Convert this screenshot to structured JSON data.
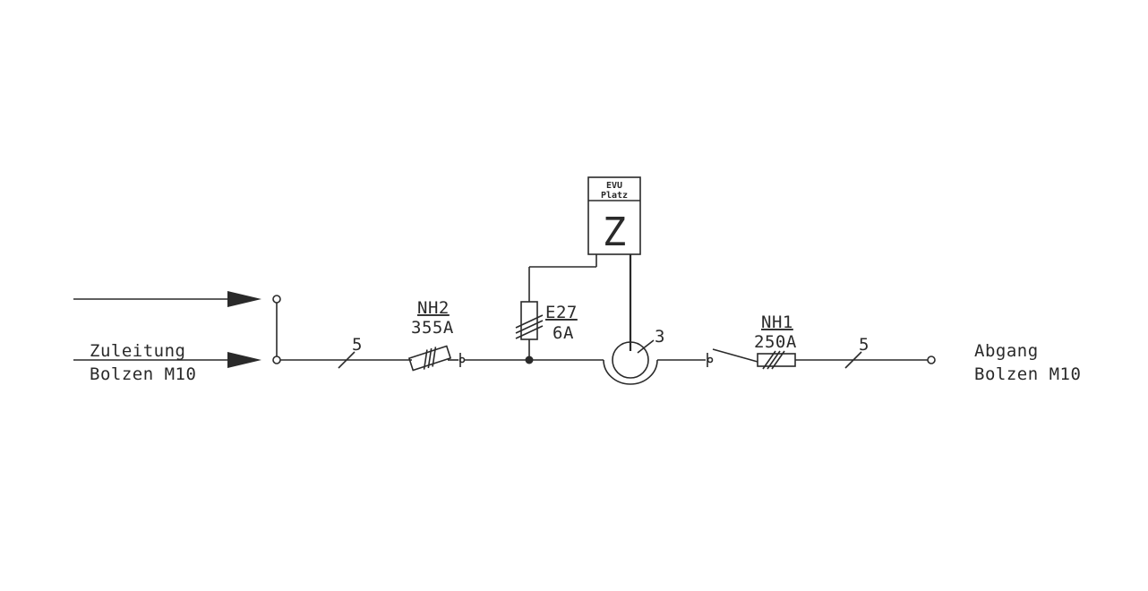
{
  "left": {
    "line1": "Zuleitung",
    "line2": "Bolzen M10"
  },
  "right": {
    "line1": "Abgang",
    "line2": "Bolzen M10"
  },
  "wire_left": {
    "count": "5"
  },
  "wire_right": {
    "count": "5"
  },
  "fuse_nh2": {
    "name": "NH2",
    "rating": "355A"
  },
  "fuse_e27": {
    "name": "E27",
    "rating": "6A"
  },
  "meter": {
    "header1": "EVU",
    "header2": "Platz",
    "symbol": "Z"
  },
  "ct": {
    "number": "3"
  },
  "fuse_nh1": {
    "name": "NH1",
    "rating": "250A"
  },
  "colors": {
    "line": "#2a2a2a",
    "background": "#ffffff"
  }
}
